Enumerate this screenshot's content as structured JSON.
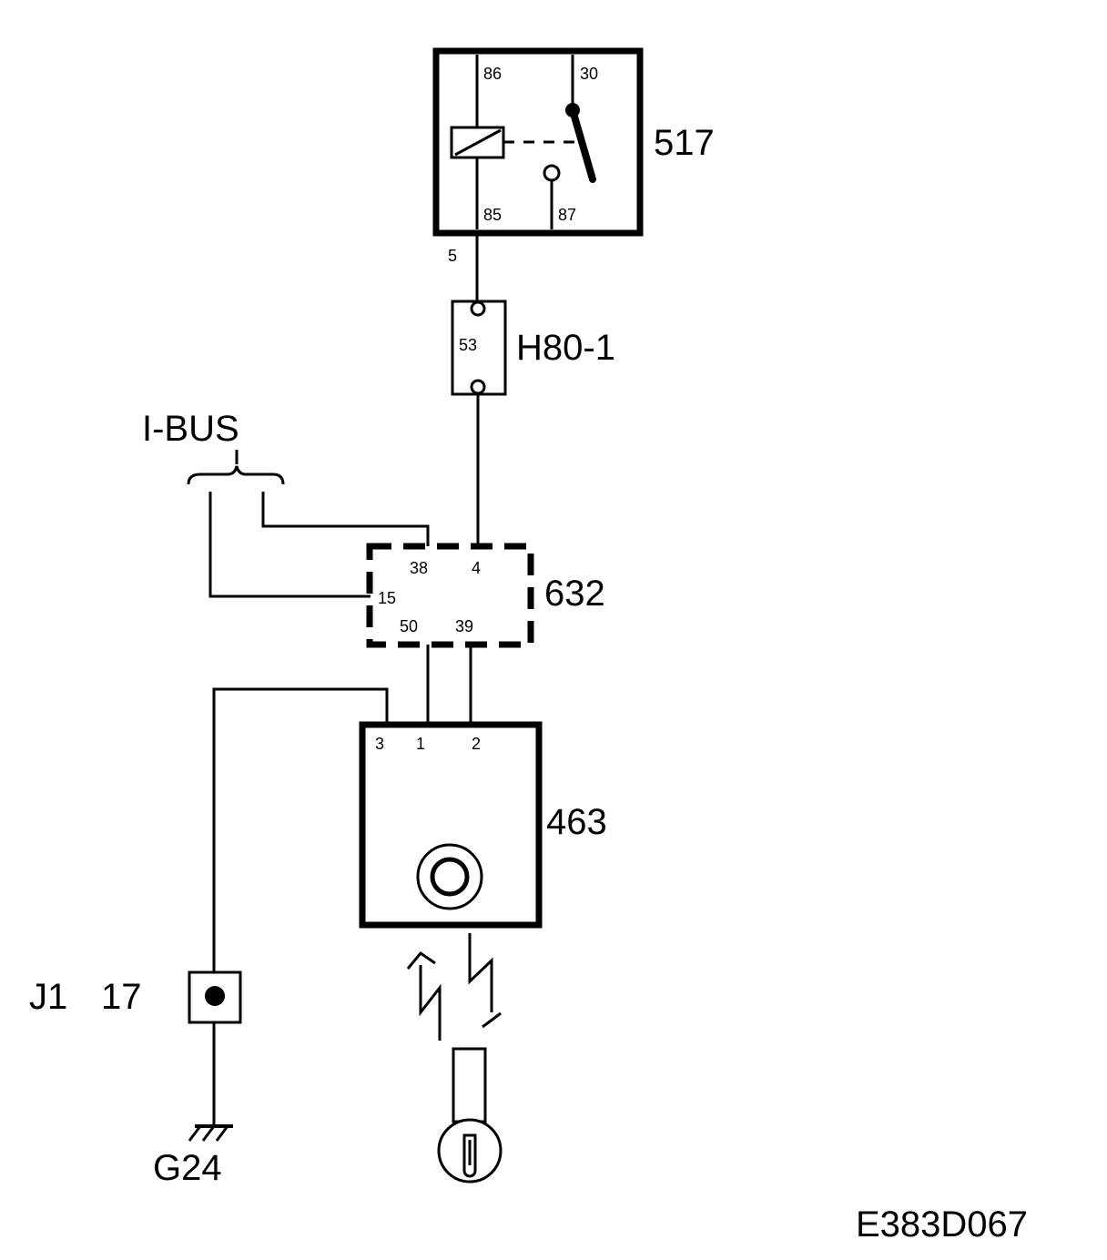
{
  "relay": {
    "id": "517",
    "pins": {
      "p86": "86",
      "p30": "30",
      "p85": "85",
      "p87": "87"
    }
  },
  "wire_5": "5",
  "fuse": {
    "id": "H80-1",
    "pin": "53"
  },
  "bus": {
    "label": "I-BUS"
  },
  "module": {
    "id": "632",
    "pins": {
      "p38": "38",
      "p4": "4",
      "p15": "15",
      "p50": "50",
      "p39": "39"
    }
  },
  "switch": {
    "id": "463",
    "pins": {
      "p3": "3",
      "p1": "1",
      "p2": "2"
    }
  },
  "connector": {
    "id": "J1",
    "pin": "17"
  },
  "ground": {
    "id": "G24"
  },
  "diagram_code": "E383D067"
}
